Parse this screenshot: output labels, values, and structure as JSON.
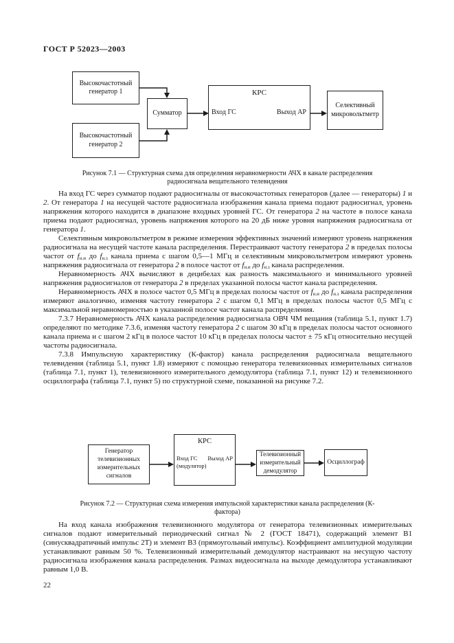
{
  "header": {
    "title": "ГОСТ Р 52023—2003"
  },
  "figure1": {
    "boxes": {
      "gen1": "Высокочастотный генератор 1",
      "gen2": "Высокочастотный генератор 2",
      "summator": "Сумматор",
      "krs_title": "КРС",
      "krs_in": "Вход ГС",
      "krs_out": "Выход АР",
      "voltmeter": "Селективный микровольт­метр"
    },
    "caption": "Рисунок 7.1 — Структурная схема для определения неравномерности АЧХ в канале распределения радиосигнала вещательного телевидения"
  },
  "body": {
    "p1": "На вход ГС через сумматор подают радиосигналы от высокочастотных генераторов (далее — генераторы) [i:1] и [i:2]. От генератора [i:1] на несущей частоте радиосигнала изображения канала приема подают радиосигнал, уровень напряжения которого находится в диапазоне входных уровней ГС. От генератора [i:2] на частоте в полосе канала приема подают радиосигнал, уровень напряжения которого на 20 дБ ниже уровня напряжения радиосигнала от генератора [i:1].",
    "p2": "Селективным микровольтметром в режиме измерения эффективных значений измеряют уровень напряжения радиосигнала на несущей частоте канала распределения. Перестраивают частоту генератора [i:2] в пределах полосы частот от [f:н.и] до [f:н.з] канала приема с шагом 0,5—1 МГц и селективным микровольтметром измеряют уровень напряжения радиосигнала от генератора [i:2] в полосе частот от [f:н.и] до [f:н.з] канала распределения.",
    "p3": "Неравномерность АЧХ вычисляют в децибелах как разность максимального и минимального уровней напряжения радиосигналов от генератора [i:2] в пределах указанной полосы частот канала распределения.",
    "p4": "Неравномерность АЧХ в полосе частот 0,5 МГц в пределах полосы частот от [f:н.и] до [f:н.з] канала распределения измеряют аналогично, изменяя частоту генератора [i:2] с шагом 0,1 МГц в пределах полосы частот 0,5 МГц с максимальной неравномерностью в указанной полосе частот канала распределения.",
    "p5": "7.3.7 Неравномерность АЧХ канала распределения радиосигнала ОВЧ ЧМ вещания (таблица 5.1, пункт 1.7) определяют по методике 7.3.6, изменяя частоту генератора [i:2] с шагом 30 кГц в пределах полосы частот основного канала приема и с шагом 2 кГц в полосе частот 10 кГц в пределах полосы частот ± 75 кГц относительно несущей частоты радиосигнала.",
    "p6": "7.3.8 Импульсную характеристику (К-фактор) канала распределения радиосигнала вещательного телевидения (таблица 5.1, пункт 1.8) измеряют с помощью генератора телевизионных измерительных сигналов (таблица 7.1, пункт 1), телевизионного измерительного демодулятора (таблица 7.1, пункт 12) и телевизионного осциллографа (таблица 7.1, пункт 5) по структурной схеме, показанной на рисунке 7.2.",
    "p7": "На вход канала изображения телевизионного модулятора от генератора телевизионных измерительных сигналов подают измерительный периодический сигнал № 2 (ГОСТ 18471), содержащий элемент В1 (синусквадратичный импульс 2Т) и элемент В3 (прямоугольный импульс). Коэффициент амплитудной модуляции устанавливают равным 50 %. Телевизионный измерительный демодулятор настраивают на несущую частоту радиосигнала изображения канала распределения. Размах видео­сигнала на выходе демодулятора устанавливают равным 1,0 В."
  },
  "figure2": {
    "boxes": {
      "generator": "Генератор телевизионных измерительных сигналов",
      "krs_title": "КРС",
      "krs_in": "Вход ГС",
      "krs_in_note": "(модулятор)",
      "krs_out": "Выход АР",
      "demodulator": "Телевизионный измерительный демодулятор",
      "oscilloscope": "Осциллограф"
    },
    "caption": "Рисунок 7.2 — Структурная схема измерения импульсной характеристики канала распределения (К-фактора)"
  },
  "footer": {
    "page_number": "22"
  },
  "colors": {
    "ink": "#1c1c1c",
    "paper": "#ffffff"
  }
}
